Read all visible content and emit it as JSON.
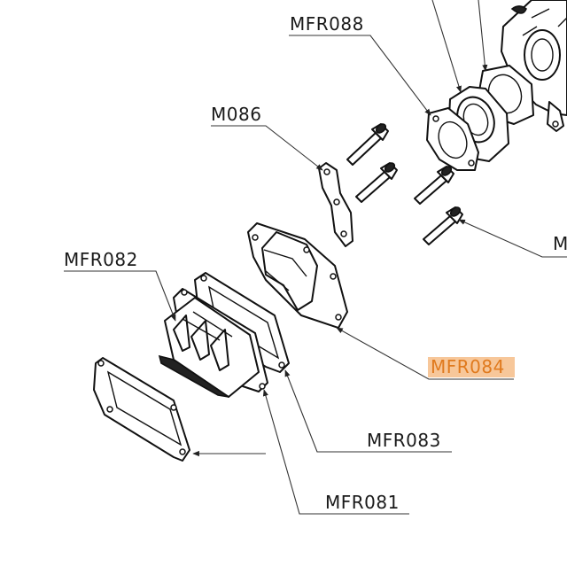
{
  "labels": {
    "mfr088": "MFR088",
    "m086": "M086",
    "mfr082": "MFR082",
    "mfr084": "MFR084",
    "mfr083": "MFR083",
    "mfr081": "MFR081",
    "m_partial": "M"
  },
  "highlight": {
    "label": "MFR084",
    "color": "#f7c79a"
  }
}
